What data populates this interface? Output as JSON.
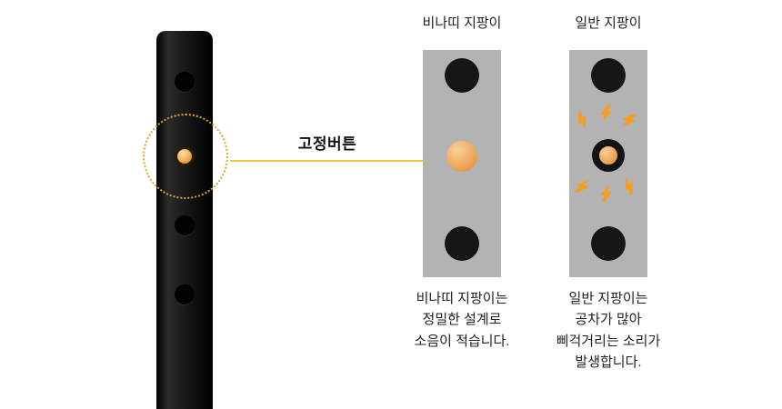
{
  "annotation": {
    "label": "고정버튼"
  },
  "panels": {
    "vinatti": {
      "title": "비나띠 지팡이",
      "caption": "비나띠 지팡이는\n정밀한 설계로\n소음이 적습니다."
    },
    "generic": {
      "title": "일반 지팡이",
      "caption": "일반 지팡이는\n공차가 많아\n삐걱거리는 소리가\n발생합니다."
    }
  },
  "icons": {
    "dotted_focus_circle": "dotted-gold-ring",
    "fix_button": "orange-round-button",
    "pole_hole": "black-circle",
    "lightning": "orange-lightning-bolt"
  },
  "colors": {
    "accent_gold": "#ecc84b",
    "dotted_circle": "#dca428",
    "button_orange": "#eda55a",
    "bolt_orange": "#f59d1e",
    "panel_gray": "#b3b3b3",
    "pole_black": "#141414",
    "text": "#222222",
    "background": "#ffffff"
  }
}
